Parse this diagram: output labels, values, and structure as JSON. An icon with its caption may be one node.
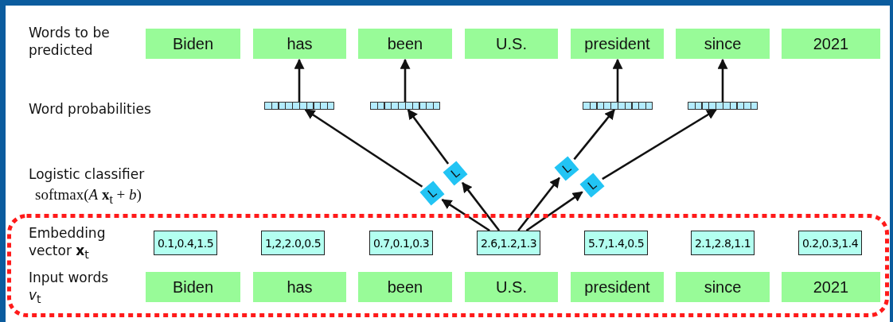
{
  "diagram": {
    "nodes": [
      {
        "text": [
          "Biden"
        ]
      },
      {
        "text": [
          "has"
        ]
      },
      {
        "text": [
          "been"
        ]
      },
      {
        "text": [
          "U.S."
        ]
      },
      {
        "text": [
          "president"
        ]
      },
      {
        "text": [
          "since"
        ]
      },
      {
        "text": [
          "2021"
        ]
      },
      {
        "text": [],
        "shape": "bar"
      },
      {
        "text": [],
        "shape": "bar"
      },
      {
        "text": [],
        "shape": "bar"
      },
      {
        "text": [],
        "shape": "bar"
      },
      {
        "text": [
          "L"
        ]
      },
      {
        "text": [
          "L"
        ]
      },
      {
        "text": [
          "L"
        ]
      },
      {
        "text": [
          "L"
        ]
      },
      {
        "text": [],
        "shape": "box"
      },
      {
        "text": [
          "0.1,0.4,1.5"
        ],
        "in": 15
      },
      {
        "text": [
          "1,2,2.0,0.5"
        ],
        "in": 15
      },
      {
        "text": [
          "0.7,0.1,0.3"
        ],
        "in": 15
      },
      {
        "text": [
          "2.6,1.2,1.3"
        ],
        "in": 15
      },
      {
        "text": [
          "5.7,1.4,0.5"
        ],
        "in": 15
      },
      {
        "text": [
          "2.1,2.8,1.1"
        ],
        "in": 15
      },
      {
        "text": [
          "0.2,0.3,1.4"
        ],
        "in": 15
      },
      {
        "text": [
          "Biden"
        ],
        "in": 15
      },
      {
        "text": [
          "has"
        ],
        "in": 15
      },
      {
        "text": [
          "been"
        ],
        "in": 15
      },
      {
        "text": [
          "U.S."
        ],
        "in": 15
      },
      {
        "text": [
          "president"
        ],
        "in": 15
      },
      {
        "text": [
          "since"
        ],
        "in": 15
      },
      {
        "text": [
          "2021"
        ],
        "in": 15
      }
    ],
    "edges": [
      {
        "from": 19,
        "to": 11,
        "arrow": "to"
      },
      {
        "from": 19,
        "to": 12,
        "arrow": "to"
      },
      {
        "from": 19,
        "to": 13,
        "arrow": "to"
      },
      {
        "from": 19,
        "to": 14,
        "arrow": "to"
      },
      {
        "from": 11,
        "to": 7,
        "arrow": "to"
      },
      {
        "from": 12,
        "to": 8,
        "arrow": "to"
      },
      {
        "from": 13,
        "to": 9,
        "arrow": "to"
      },
      {
        "from": 14,
        "to": 10,
        "arrow": "to"
      },
      {
        "from": 7,
        "to": 1,
        "arrow": "to"
      },
      {
        "from": 8,
        "to": 2,
        "arrow": "to"
      },
      {
        "from": 9,
        "to": 4,
        "arrow": "to"
      },
      {
        "from": 10,
        "to": 5,
        "arrow": "to"
      }
    ],
    "labels": [
      "Words to be predicted",
      "Word probabilities",
      "Logistic classifier",
      "softmax(*A* **x**$_{t}$ + *b*)",
      "Embedding vector **x**$_{t}$",
      "Input words *v*$_{t}$"
    ]
  }
}
